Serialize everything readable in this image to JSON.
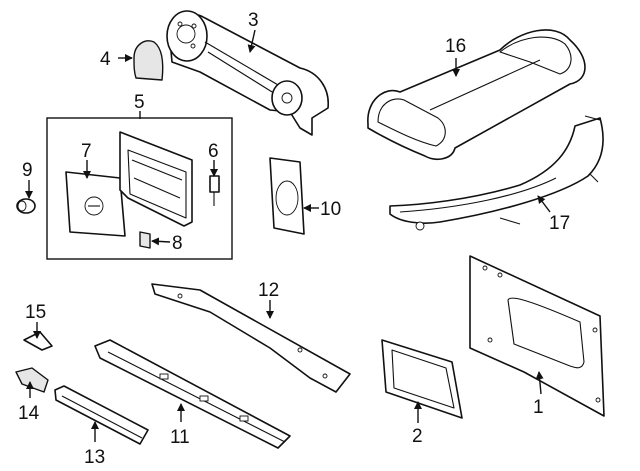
{
  "diagram": {
    "callouts": [
      {
        "id": "1",
        "label": "1"
      },
      {
        "id": "2",
        "label": "2"
      },
      {
        "id": "3",
        "label": "3"
      },
      {
        "id": "4",
        "label": "4"
      },
      {
        "id": "5",
        "label": "5"
      },
      {
        "id": "6",
        "label": "6"
      },
      {
        "id": "7",
        "label": "7"
      },
      {
        "id": "8",
        "label": "8"
      },
      {
        "id": "9",
        "label": "9"
      },
      {
        "id": "10",
        "label": "10"
      },
      {
        "id": "11",
        "label": "11"
      },
      {
        "id": "12",
        "label": "12"
      },
      {
        "id": "13",
        "label": "13"
      },
      {
        "id": "14",
        "label": "14"
      },
      {
        "id": "15",
        "label": "15"
      },
      {
        "id": "16",
        "label": "16"
      },
      {
        "id": "17",
        "label": "17"
      }
    ],
    "colors": {
      "line": "#111111",
      "fill": "#ffffff",
      "shade": "#e6e6e6"
    }
  }
}
